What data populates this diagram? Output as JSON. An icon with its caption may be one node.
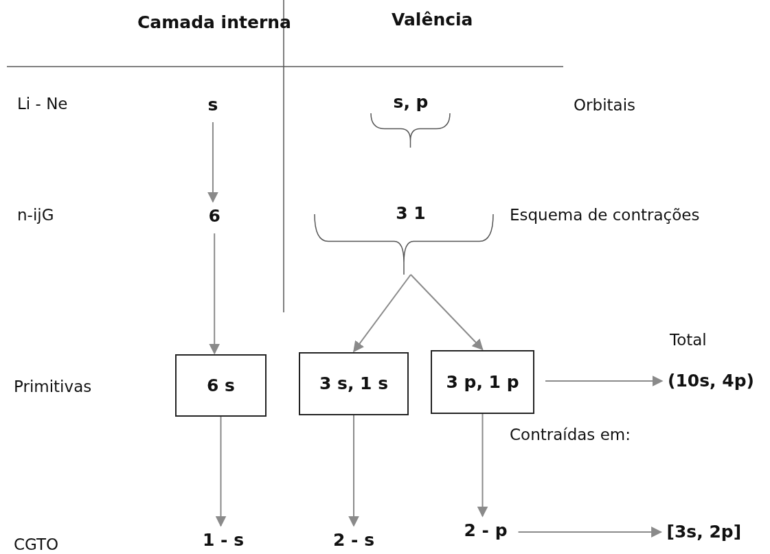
{
  "diagram": {
    "nodes": [
      {
        "text": [
          "s"
        ]
      },
      {
        "text": [
          "6"
        ]
      },
      {
        "text": [
          "6  s"
        ]
      },
      {
        "text": [
          "s, p"
        ]
      },
      {
        "text": [
          "3 1"
        ]
      },
      {
        "text": [
          "3 s, 1 s"
        ]
      },
      {
        "text": [
          "3 p, 1 p"
        ]
      },
      {
        "text": [
          "(10s, 4p)"
        ]
      },
      {
        "text": [
          "1 - s"
        ]
      },
      {
        "text": [
          "2 - s"
        ]
      },
      {
        "text": [
          "2 - p"
        ]
      },
      {
        "text": [
          "[3s, 2p]"
        ]
      }
    ],
    "edges": [
      {
        "from": 0,
        "to": 1,
        "arrow": "to"
      },
      {
        "from": 1,
        "to": 2,
        "arrow": "to"
      },
      {
        "from": 4,
        "to": 5,
        "arrow": "to"
      },
      {
        "from": 4,
        "to": 6,
        "arrow": "to"
      },
      {
        "from": 6,
        "to": 7,
        "arrow": "to"
      },
      {
        "from": 2,
        "to": 8,
        "arrow": "to"
      },
      {
        "from": 5,
        "to": 9,
        "arrow": "to"
      },
      {
        "from": 6,
        "to": 10,
        "arrow": "to"
      },
      {
        "from": 10,
        "to": 11,
        "arrow": "to"
      }
    ],
    "labels": [
      "Camada interna",
      "Valência",
      "Li - Ne",
      "Orbitais",
      "n-ijG",
      "Esquema de contrações",
      "Total",
      "Primitivas",
      "Contraídas em:",
      "CGTO"
    ]
  }
}
